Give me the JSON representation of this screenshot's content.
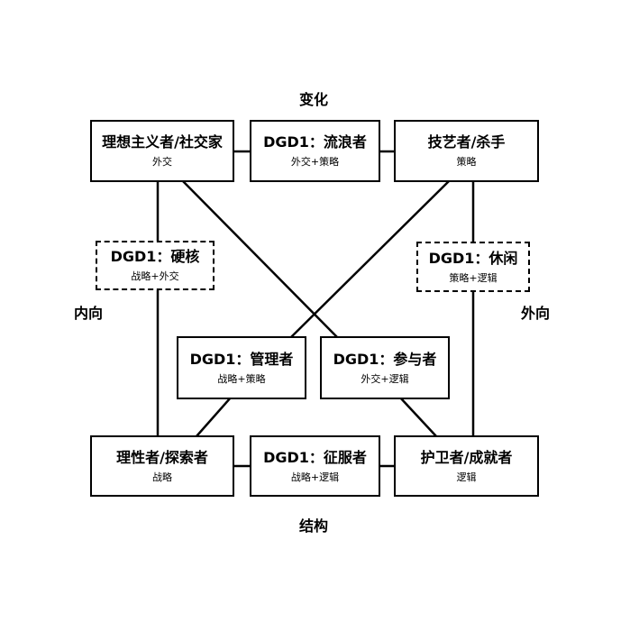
{
  "axes": {
    "top": "变化",
    "bottom": "结构",
    "left": "内向",
    "right": "外向"
  },
  "boxes": {
    "idealist": {
      "title": "理想主义者/社交家",
      "sub": "外交"
    },
    "romantic": {
      "title": "DGD1：流浪者",
      "sub": "外交+策略"
    },
    "artisan": {
      "title": "技艺者/杀手",
      "sub": "策略"
    },
    "hardcore": {
      "title": "DGD1：硬核",
      "sub": "战略+外交"
    },
    "casual": {
      "title": "DGD1：休闲",
      "sub": "策略+逻辑"
    },
    "manager": {
      "title": "DGD1：管理者",
      "sub": "战略+策略"
    },
    "participant": {
      "title": "DGD1：参与者",
      "sub": "外交+逻辑"
    },
    "rational": {
      "title": "理性者/探索者",
      "sub": "战略"
    },
    "conqueror": {
      "title": "DGD1：征服者",
      "sub": "战略+逻辑"
    },
    "guardian": {
      "title": "护卫者/成就者",
      "sub": "逻辑"
    }
  }
}
